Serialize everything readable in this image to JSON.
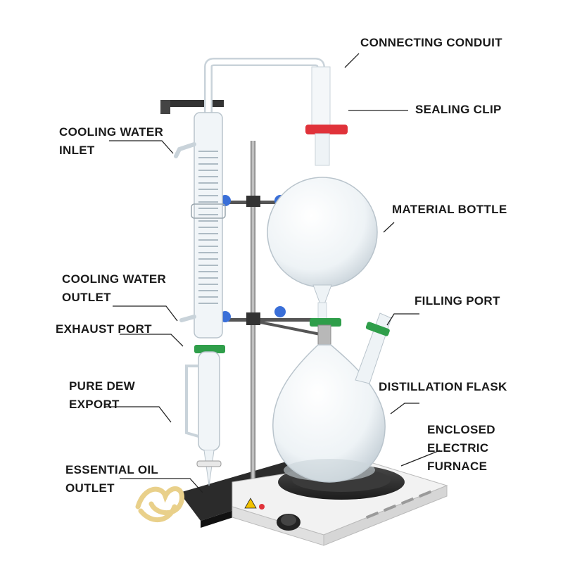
{
  "labels": {
    "connecting_conduit": "CONNECTING CONDUIT",
    "sealing_clip": "SEALING CLIP",
    "cooling_water_inlet": [
      "COOLING WATER",
      "INLET"
    ],
    "material_bottle": "MATERIAL BOTTLE",
    "cooling_water_outlet": [
      "COOLING WATER",
      "OUTLET"
    ],
    "filling_port": "FILLING PORT",
    "exhaust_port": "EXHAUST PORT",
    "pure_dew_export": [
      "PURE DEW",
      "EXPORT"
    ],
    "distillation_flask": "DISTILLATION FLASK",
    "enclosed_electric_furnace": [
      "ENCLOSED",
      "ELECTRIC",
      "FURNACE"
    ],
    "essential_oil_outlet": [
      "ESSENTIAL OIL",
      "OUTLET"
    ]
  },
  "colors": {
    "sealing_clip": "#e0323a",
    "joint_clips": "#2f9e4a",
    "clamp_knobs": "#3a6fd8",
    "stand": "#3a3a3a",
    "glass": "#e6edf2",
    "tubing": "#e9d08a"
  }
}
